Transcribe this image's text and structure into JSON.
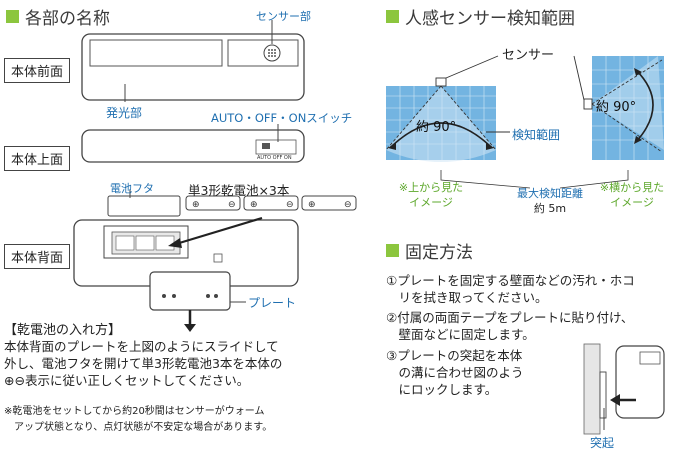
{
  "left": {
    "section_title": "各部の名称",
    "label_sensor": "センサー部",
    "label_front": "本体前面",
    "label_light": "発光部",
    "label_switch": "AUTO・OFF・ONスイッチ",
    "label_top": "本体上面",
    "switch_text": "AUTO OFF ON",
    "label_battery_cover": "電池フタ",
    "label_battery": "単3形乾電池×3本",
    "label_back": "本体背面",
    "label_plate": "プレート",
    "battery_note_title": "【乾電池の入れ方】",
    "battery_note_lines": [
      "本体背面のプレートを上図のようにスライドして",
      "外し、電池フタを開けて単3形乾電池3本を本体の",
      "⊕⊖表示に従い正しくセットしてください。"
    ],
    "warning_lines": [
      "※乾電池をセットしてから約20秒間はセンサーがウォーム",
      "　アップ状態となり、点灯状態が不安定な場合があります。"
    ]
  },
  "right": {
    "section_title": "人感センサー検知範囲",
    "label_sensor": "センサー",
    "angle_top": "約 90°",
    "angle_side": "約 90°",
    "label_range": "検知範囲",
    "caption_top_lines": [
      "※上から見た",
      "イメージ"
    ],
    "caption_side_lines": [
      "※横から見た",
      "イメージ"
    ],
    "max_distance_lines": [
      "最大検知距離",
      "約 5m"
    ],
    "fix_title": "固定方法",
    "fix_steps": [
      "①プレートを固定する壁面などの汚れ・ホコ",
      "　リを拭き取ってください。",
      "②付属の両面テープをプレートに貼り付け、",
      "　壁面などに固定します。",
      "③プレートの突起を本体",
      "　の溝に合わせ図のよう",
      "　にロックします。"
    ],
    "label_protrusion": "突起"
  },
  "colors": {
    "accent_green": "#8cc63e",
    "label_blue": "#1f6fb0",
    "range_blue": "#5ba7dc"
  }
}
